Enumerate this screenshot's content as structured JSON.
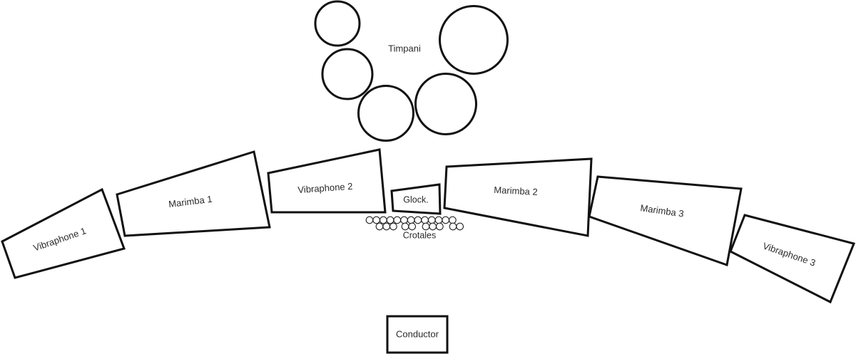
{
  "diagram": {
    "title": "Percussion ensemble stage setup",
    "colors": {
      "stroke": "#111111",
      "fill": "#ffffff",
      "text": "#2a2a2a"
    },
    "timpani": {
      "label": "Timpani",
      "drum_count": 5
    },
    "instruments": [
      {
        "id": "vibraphone-1",
        "label": "Vibraphone 1"
      },
      {
        "id": "marimba-1",
        "label": "Marimba 1"
      },
      {
        "id": "vibraphone-2",
        "label": "Vibraphone 2"
      },
      {
        "id": "glockenspiel",
        "label": "Glock."
      },
      {
        "id": "marimba-2",
        "label": "Marimba 2"
      },
      {
        "id": "marimba-3",
        "label": "Marimba 3"
      },
      {
        "id": "vibraphone-3",
        "label": "Vibraphone 3"
      }
    ],
    "crotales": {
      "label": "Crotales",
      "top_row_count": 13,
      "bottom_row_groups": [
        3,
        2,
        3,
        2
      ]
    },
    "conductor": {
      "label": "Conductor"
    }
  }
}
